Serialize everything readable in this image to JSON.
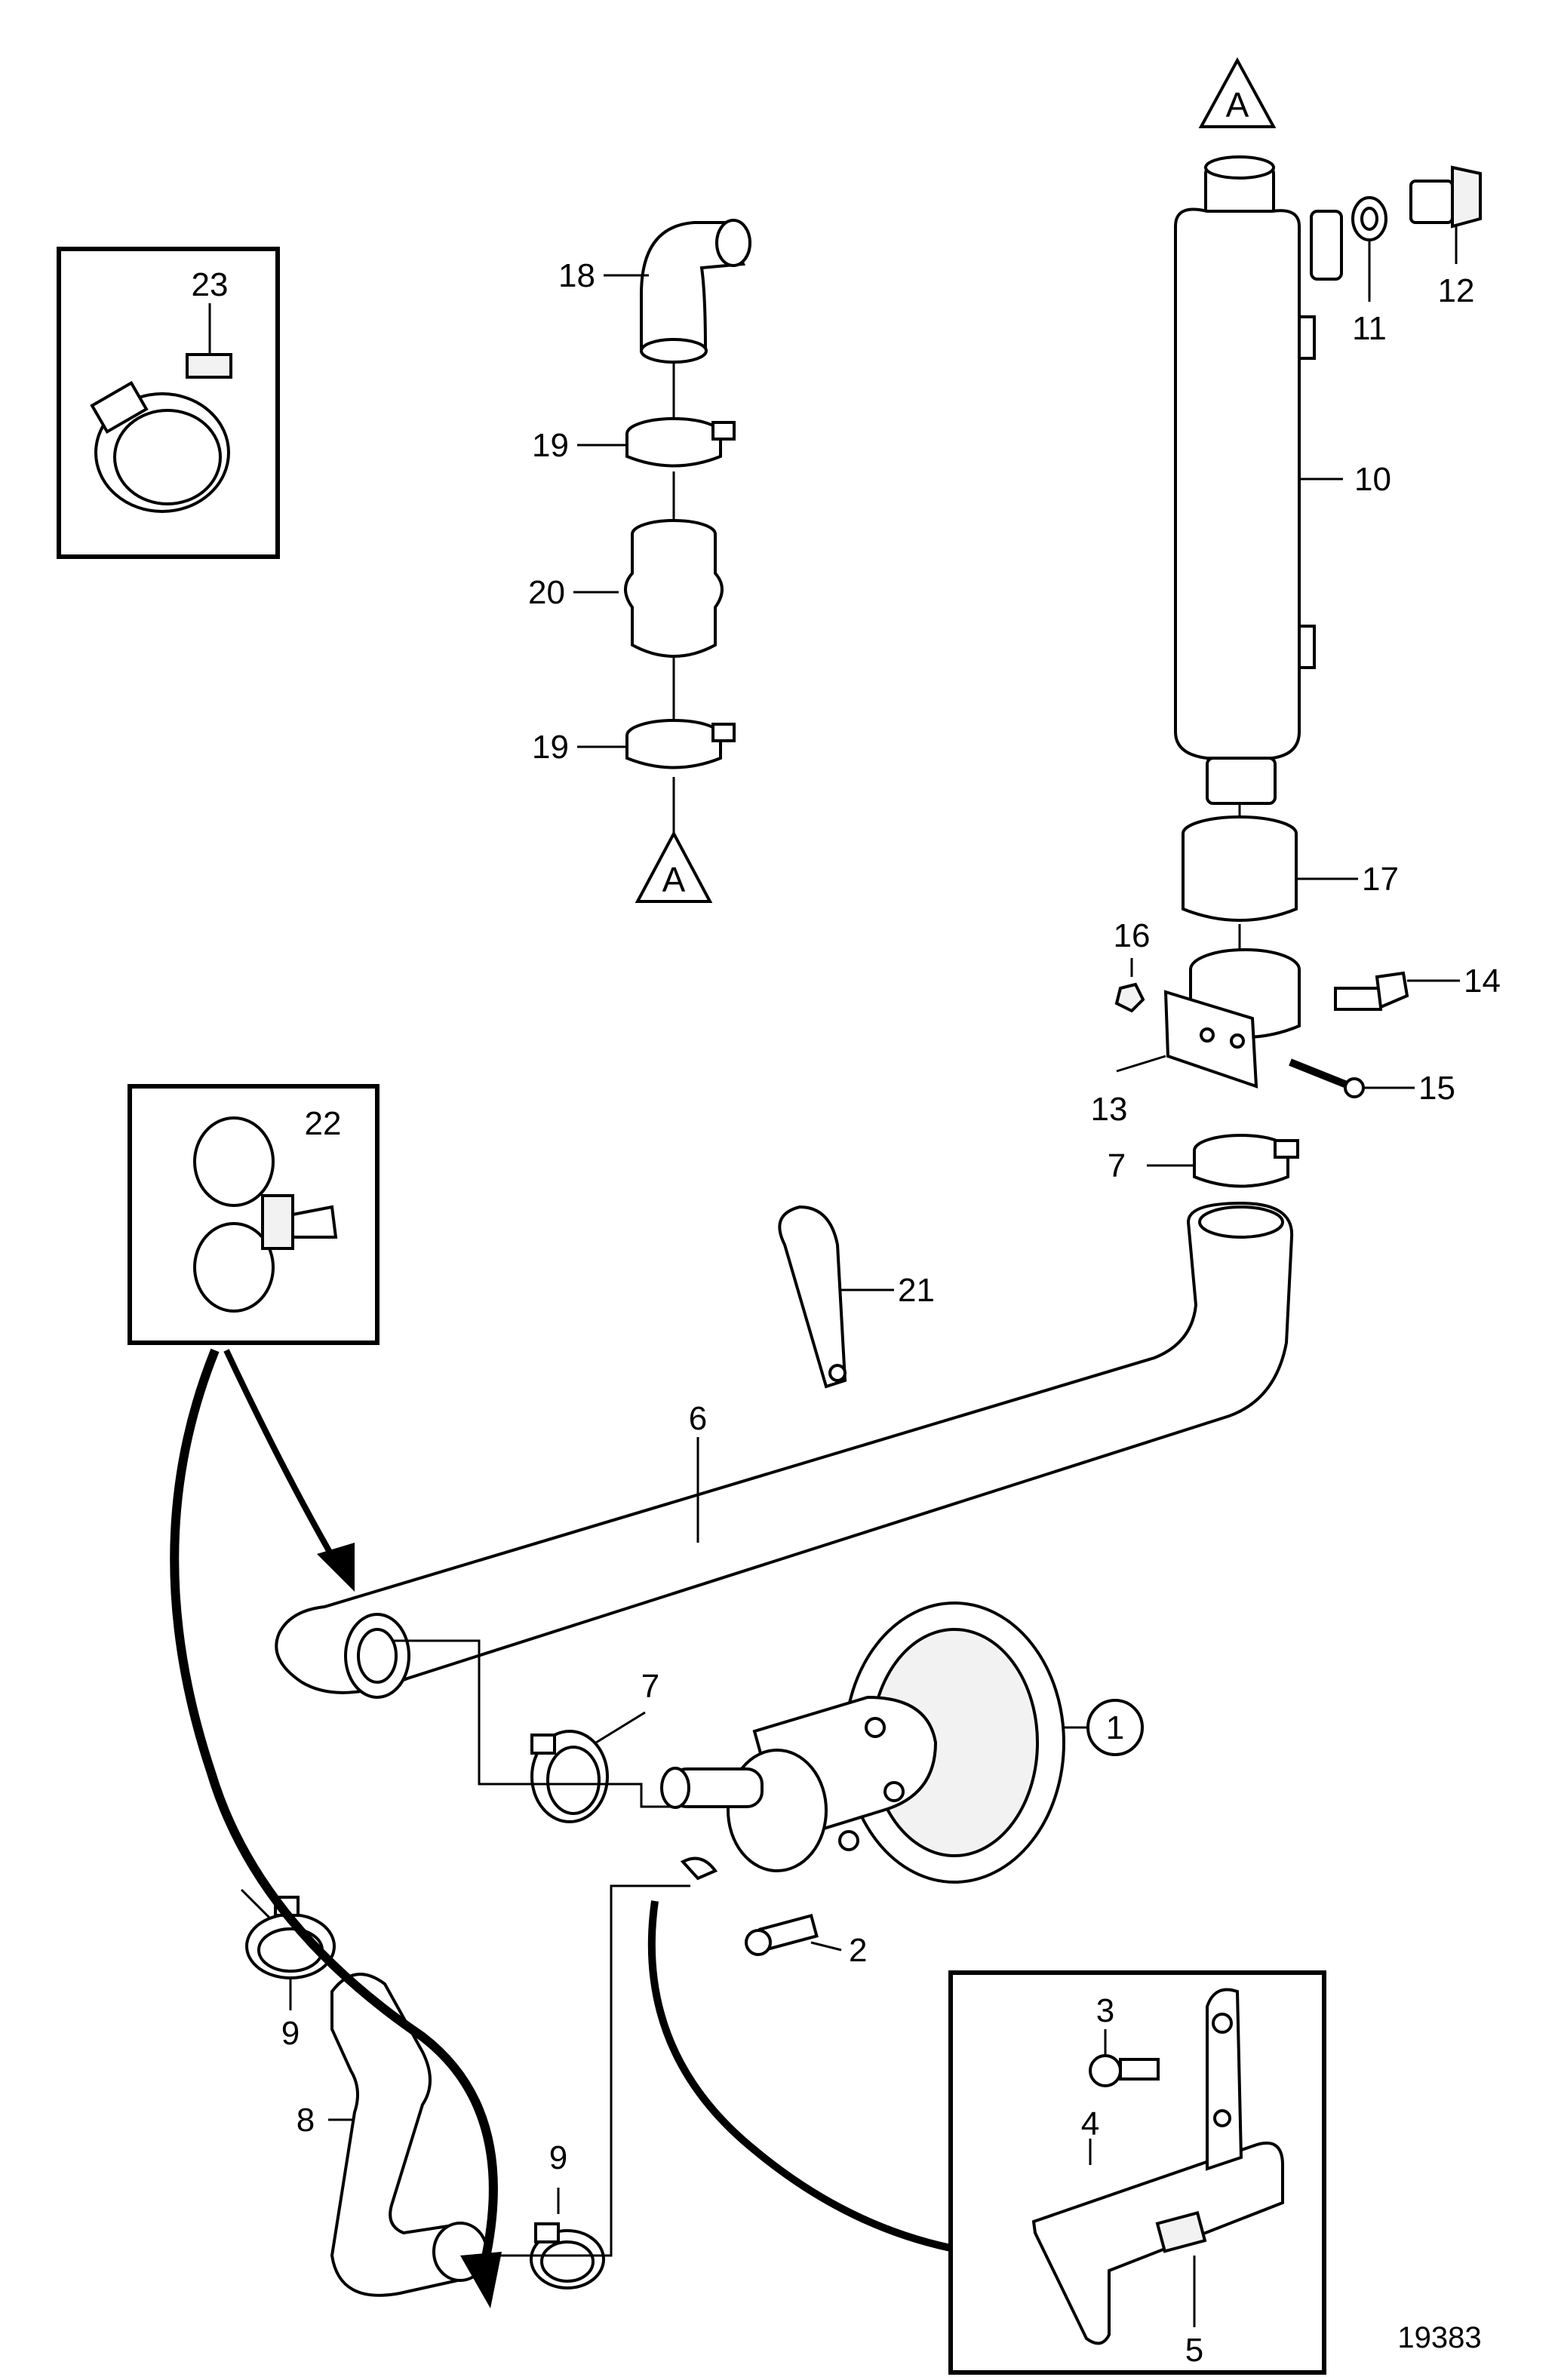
{
  "figure_number": "19383",
  "ref_marker": "A",
  "labels": {
    "p1": "1",
    "p2": "2",
    "p3": "3",
    "p4": "4",
    "p5": "5",
    "p6": "6",
    "p7a": "7",
    "p7b": "7",
    "p8": "8",
    "p9a": "9",
    "p9b": "9",
    "p10": "10",
    "p11": "11",
    "p12": "12",
    "p13": "13",
    "p14": "14",
    "p15": "15",
    "p16": "16",
    "p17": "17",
    "p18": "18",
    "p19a": "19",
    "p19b": "19",
    "p20": "20",
    "p21": "21",
    "p22": "22",
    "p23": "23"
  }
}
